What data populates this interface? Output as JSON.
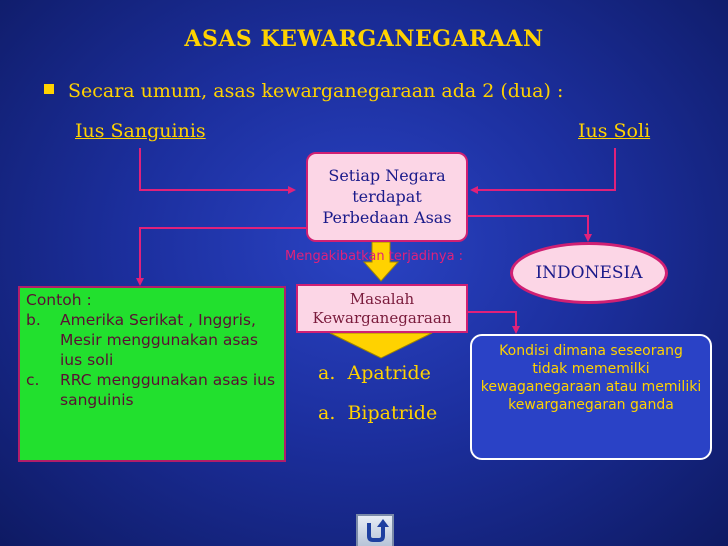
{
  "title": "ASAS KEWARGANEGARAAN",
  "bullet": "Secara umum, asas kewarganegaraan ada 2 (dua) :",
  "ius_sanguinis": "Ius Sanguinis",
  "ius_soli": "Ius Soli",
  "center_box": {
    "line1": "Setiap Negara",
    "line2": "terdapat",
    "line3": "Perbedaan Asas"
  },
  "akibat": "Mengakibatkan terjadinya :",
  "masalah_box": {
    "line1": "Masalah",
    "line2": "Kewarganegaraan"
  },
  "indonesia": "INDONESIA",
  "contoh": {
    "heading": "Contoh :",
    "items": [
      {
        "marker": "b.",
        "text": "Amerika Serikat , Inggris, Mesir menggunakan asas ius soli"
      },
      {
        "marker": "c.",
        "text": "RRC menggunakan asas ius sanguinis"
      }
    ]
  },
  "results": [
    {
      "marker": "a.",
      "text": "Apatride"
    },
    {
      "marker": "a.",
      "text": "Bipatride"
    }
  ],
  "kondisi": "Kondisi dimana seseorang tidak mememilki kewaganegaraan atau memiliki kewarganegaran ganda",
  "colors": {
    "background": "#1c2f9e",
    "title_text": "#ffd200",
    "connector": "#e0217a",
    "green_box": "#22e02e",
    "pink_box": "#fcd6e6",
    "arrow": "#ffd200"
  },
  "icons": {
    "home_button": "return-arrow-icon"
  }
}
